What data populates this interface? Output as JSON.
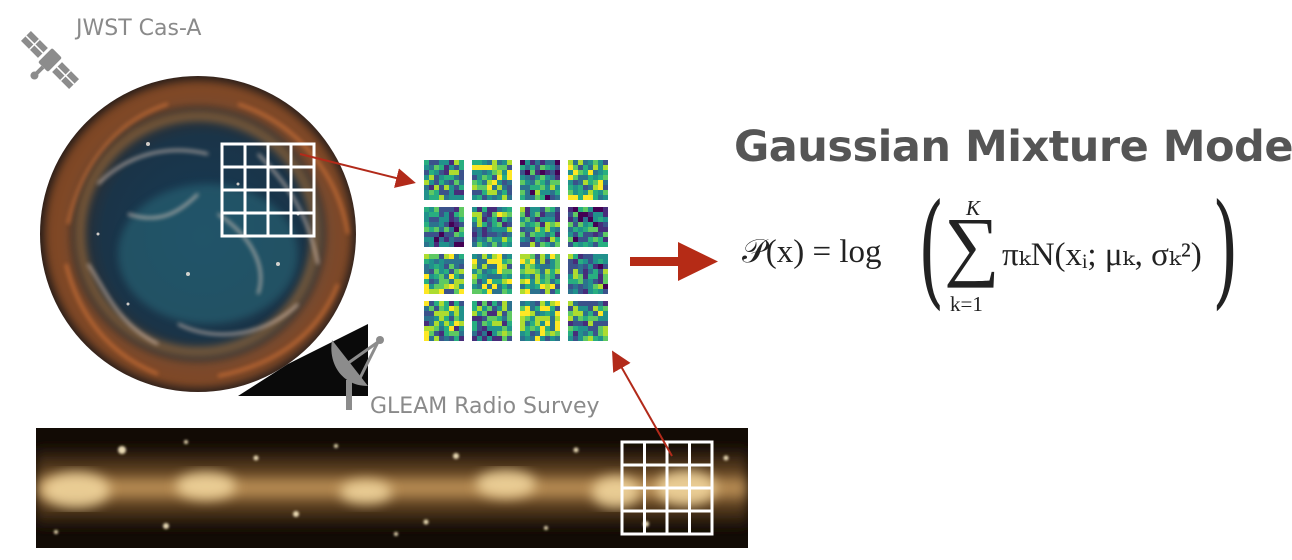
{
  "labels": {
    "jwst": "JWST Cas-A",
    "gleam": "GLEAM Radio Survey",
    "title": "Gaussian Mixture Model"
  },
  "equation": {
    "lhs": "𝒫(x) = log",
    "sum_top": "K",
    "sum_bottom": "k=1",
    "body": "πₖN(xᵢ; μₖ, σₖ²)"
  },
  "icons": {
    "satellite": "satellite-icon",
    "dish": "radio-dish-icon"
  },
  "colors": {
    "arrow": "#b22a1a",
    "big_arrow": "#b52b16",
    "grid": "#ffffff",
    "title": "#555555",
    "label": "#8a8a8a"
  },
  "patches": {
    "rows": 4,
    "cols": 4,
    "colormap": "viridis"
  }
}
